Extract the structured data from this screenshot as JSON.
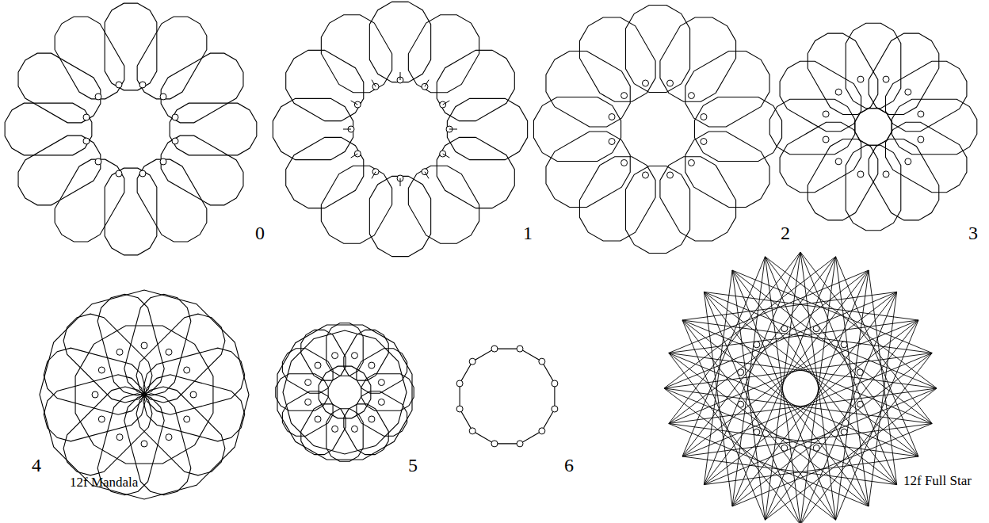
{
  "diagram": {
    "labels": [
      "0",
      "1",
      "2",
      "3",
      "4",
      "12f Mandala",
      "5",
      "6",
      "12f Full Star"
    ]
  }
}
